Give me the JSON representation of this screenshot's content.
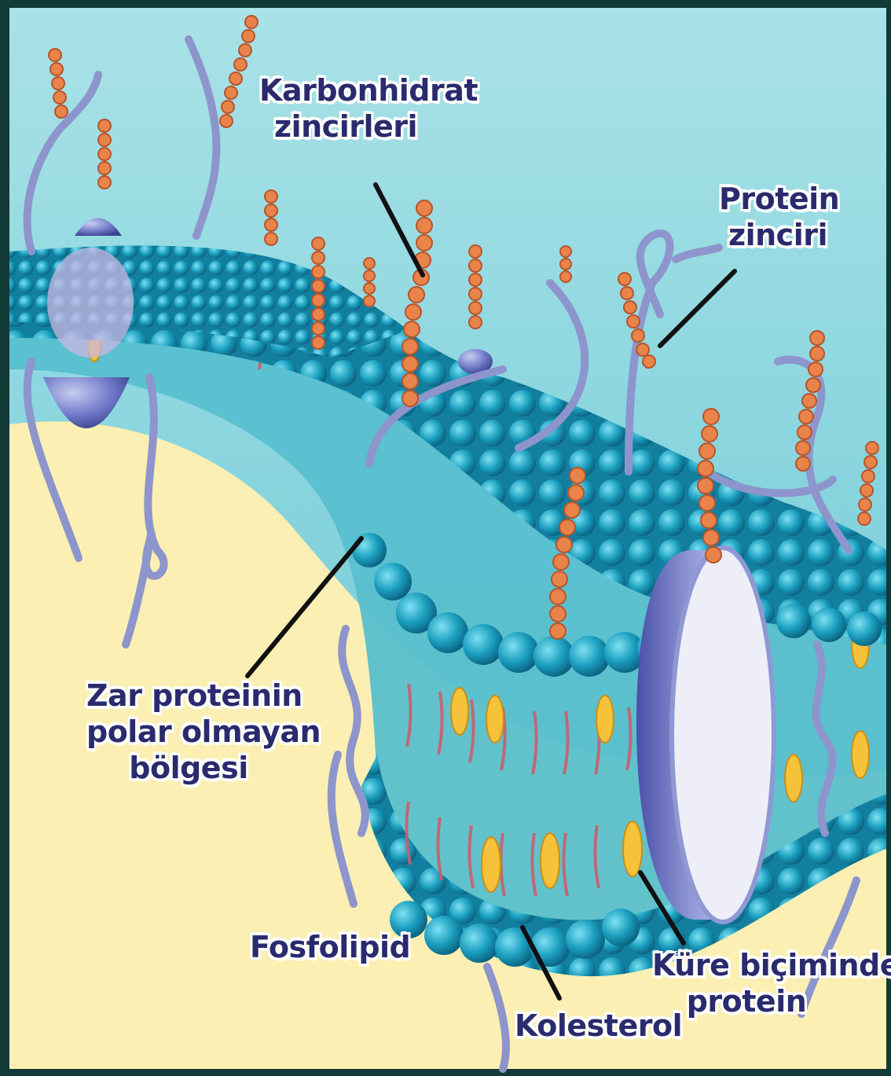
{
  "labels": {
    "carbohydrate": [
      "Karbonhidrat",
      "zincirleri"
    ],
    "protein_chain": [
      "Protein",
      "zinciri"
    ],
    "nonpolar_region": [
      "Zar proteinin",
      "polar olmayan",
      "bölgesi"
    ],
    "phospholipid": [
      "Fosfolipid"
    ],
    "cholesterol": [
      "Kolesterol"
    ],
    "globular_protein": [
      "Küre biçiminde",
      "protein"
    ]
  },
  "colors": {
    "frame": "#123a36",
    "extracellular": "#8fd6df",
    "cytoplasm": "#fbefb3",
    "phospholipid_head": "#1b9fbf",
    "lipid_tail": "#c95f6e",
    "cholesterol": "#f5c23a",
    "carbohydrate_bead": "#e8834a",
    "protein": "#8f98d4",
    "label_text": "#2a2a6e"
  }
}
